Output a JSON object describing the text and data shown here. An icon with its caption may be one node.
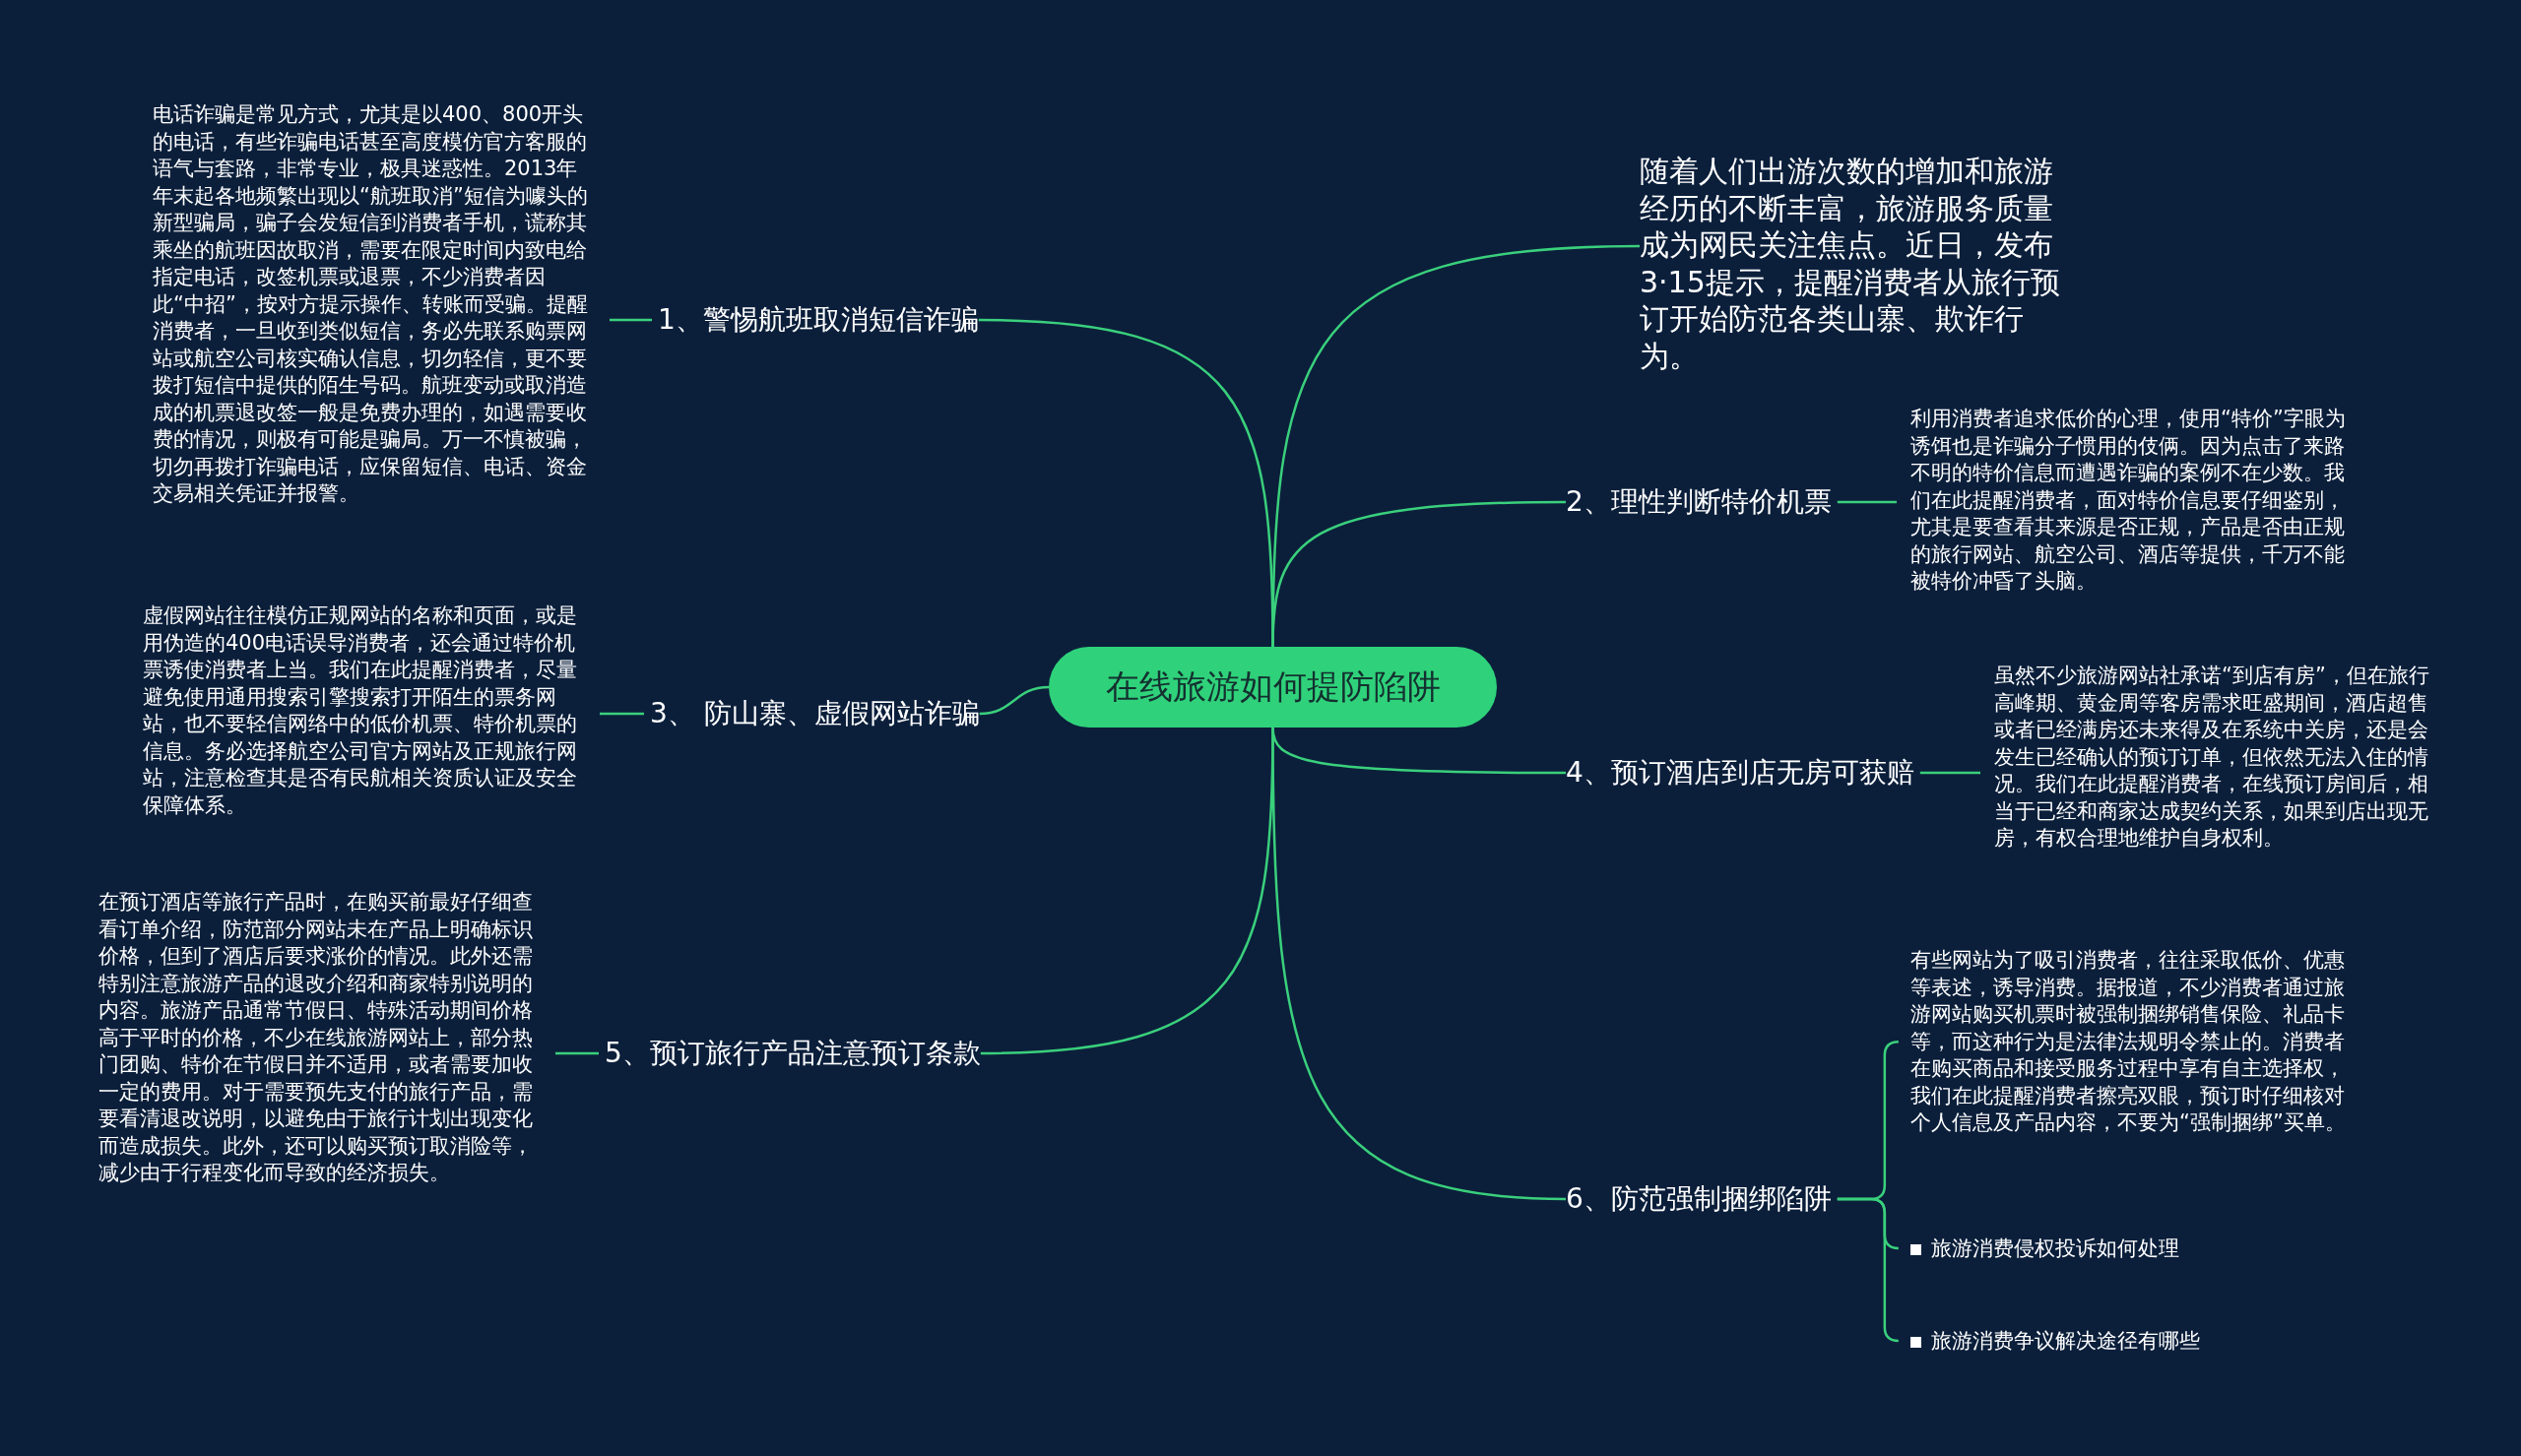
{
  "diagram": {
    "nodes": [
      {
        "text": [
          "在线旅游如何提防陷阱"
        ]
      },
      {
        "text": [
          "随着人们出游次数的增加和旅游经历的不断丰富，旅游服务质量成为网民关注焦点。近日，发布3·15提示，提醒消费者从旅行预订开始防范各类山寨、欺诈行为。"
        ]
      },
      {
        "text": [
          "1、警惕航班取消短信诈骗"
        ]
      },
      {
        "text": [
          "2、理性判断特价机票"
        ]
      },
      {
        "text": [
          "3、 防山寨、虚假网站诈骗"
        ]
      },
      {
        "text": [
          "4、预订酒店到店无房可获赔"
        ]
      },
      {
        "text": [
          "5、预订旅行产品注意预订条款"
        ]
      },
      {
        "text": [
          "6、防范强制捆绑陷阱"
        ]
      },
      {
        "text": [
          "电话诈骗是常见方式，尤其是以400、800开头的电话，有些诈骗电话甚至高度模仿官方客服的语气与套路，非常专业，极具迷惑性。2013年年末起各地频繁出现以“航班取消”短信为噱头的新型骗局，骗子会发短信到消费者手机，谎称其乘坐的航班因故取消，需要在限定时间内致电给指定电话，改签机票或退票，不少消费者因此“中招”，按对方提示操作、转账而受骗。提醒消费者，一旦收到类似短信，务必先联系购票网站或航空公司核实确认信息，切勿轻信，更不要拨打短信中提供的陌生号码。航班变动或取消造成的机票退改签一般是免费办理的，如遇需要收费的情况，则极有可能是骗局。万一不慎被骗，切勿再拨打诈骗电话，应保留短信、电话、资金交易相关凭证并报警。"
        ]
      },
      {
        "text": [
          "虚假网站往往模仿正规网站的名称和页面，或是用伪造的400电话误导消费者，还会通过特价机票诱使消费者上当。我们在此提醒消费者，尽量避免使用通用搜索引擎搜索打开陌生的票务网站，也不要轻信网络中的低价机票、特价机票的信息。务必选择航空公司官方网站及正规旅行网站，注意检查其是否有民航相关资质认证及安全保障体系。"
        ]
      },
      {
        "text": [
          "利用消费者追求低价的心理，使用“特价”字眼为诱饵也是诈骗分子惯用的伎俩。因为点击了来路不明的特价信息而遭遇诈骗的案例不在少数。我们在此提醒消费者，面对特价信息要仔细鉴别，尤其是要查看其来源是否正规，产品是否由正规的旅行网站、航空公司、酒店等提供，千万不能被特价冲昏了头脑。"
        ]
      },
      {
        "text": [
          "虽然不少旅游网站社承诺“到店有房”，但在旅行高峰期、黄金周等客房需求旺盛期间，酒店超售或者已经满房还未来得及在系统中关房，还是会发生已经确认的预订订单，但依然无法入住的情况。我们在此提醒消费者，在线预订房间后，相当于已经和商家达成契约关系，如果到店出现无房，有权合理地维护自身权利。"
        ]
      },
      {
        "text": [
          "在预订酒店等旅行产品时，在购买前最好仔细查看订单介绍，防范部分网站未在产品上明确标识价格，但到了酒店后要求涨价的情况。此外还需特别注意旅游产品的退改介绍和商家特别说明的内容。旅游产品通常节假日、特殊活动期间价格高于平时的价格，不少在线旅游网站上，部分热门团购、特价在节假日并不适用，或者需要加收一定的费用。对于需要预先支付的旅行产品，需要看清退改说明，以避免由于旅行计划出现变化而造成损失。此外，还可以购买预订取消险等，减少由于行程变化而导致的经济损失。"
        ]
      },
      {
        "text": [
          "有些网站为了吸引消费者，往往采取低价、优惠等表述，诱导消费。据报道，不少消费者通过旅游网站购买机票时被强制捆绑销售保险、礼品卡等，而这种行为是法律法规明令禁止的。消费者在购买商品和接受服务过程中享有自主选择权，我们在此提醒消费者擦亮双眼，预订时仔细核对个人信息及产品内容，不要为“强制捆绑”买单。"
        ]
      },
      {
        "text": [
          "旅游消费侵权投诉如何处理"
        ]
      },
      {
        "text": [
          "旅游消费争议解决途径有哪些"
        ]
      }
    ],
    "edges": [
      {
        "from": 0,
        "to": 1,
        "arrow": "none"
      },
      {
        "from": 0,
        "to": 2,
        "arrow": "none"
      },
      {
        "from": 0,
        "to": 3,
        "arrow": "none"
      },
      {
        "from": 0,
        "to": 4,
        "arrow": "none"
      },
      {
        "from": 0,
        "to": 5,
        "arrow": "none"
      },
      {
        "from": 0,
        "to": 6,
        "arrow": "none"
      },
      {
        "from": 0,
        "to": 7,
        "arrow": "none"
      },
      {
        "from": 2,
        "to": 8,
        "arrow": "none"
      },
      {
        "from": 4,
        "to": 9,
        "arrow": "none"
      },
      {
        "from": 3,
        "to": 10,
        "arrow": "none"
      },
      {
        "from": 5,
        "to": 11,
        "arrow": "none"
      },
      {
        "from": 6,
        "to": 12,
        "arrow": "none"
      },
      {
        "from": 7,
        "to": 13,
        "arrow": "none"
      },
      {
        "from": 7,
        "to": 14,
        "arrow": "none"
      },
      {
        "from": 7,
        "to": 15,
        "arrow": "none"
      }
    ]
  }
}
